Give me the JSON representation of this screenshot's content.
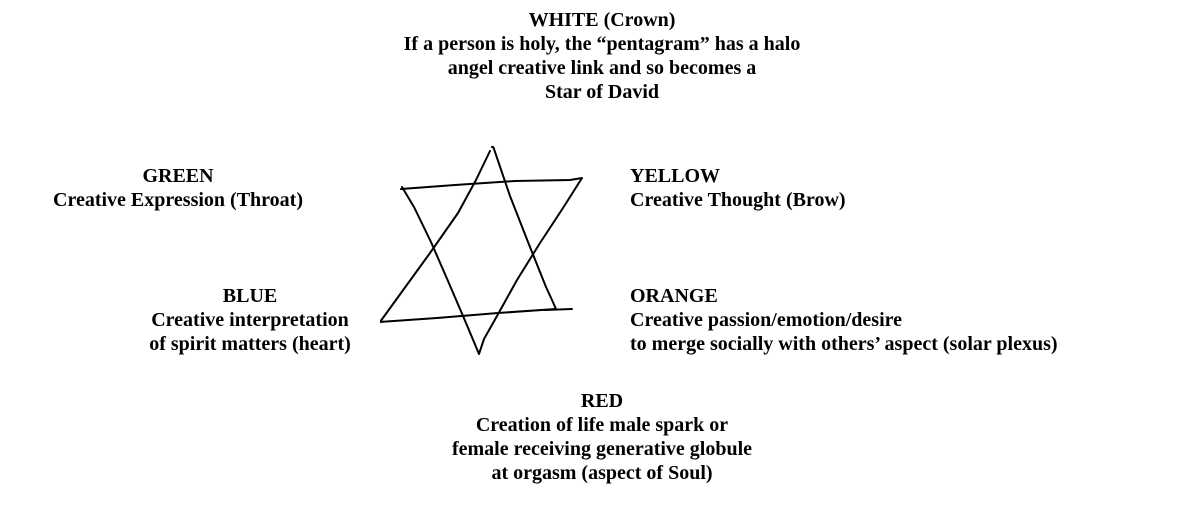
{
  "top": {
    "title": "WHITE (Crown)",
    "lines": [
      "If a person is holy, the “pentagram” has a halo",
      "angel creative link and so becomes a",
      "Star of David"
    ]
  },
  "green": {
    "title": "GREEN",
    "lines": [
      "Creative Expression (Throat)"
    ]
  },
  "yellow": {
    "title": "YELLOW",
    "lines": [
      "Creative Thought (Brow)"
    ]
  },
  "blue": {
    "title": "BLUE",
    "lines": [
      "Creative interpretation",
      "of spirit matters (heart)"
    ]
  },
  "orange": {
    "title": "ORANGE",
    "lines": [
      "Creative passion/emotion/desire",
      "to merge socially with others’ aspect (solar plexus)"
    ]
  },
  "red": {
    "title": "RED",
    "lines": [
      "Creation of life male spark or",
      "female receiving generative globule",
      "at orgasm (aspect of Soul)"
    ]
  },
  "colors": {
    "text": "#000000",
    "stroke": "#000000",
    "background": "#ffffff"
  },
  "icons": {
    "star": "star-of-david-icon"
  }
}
